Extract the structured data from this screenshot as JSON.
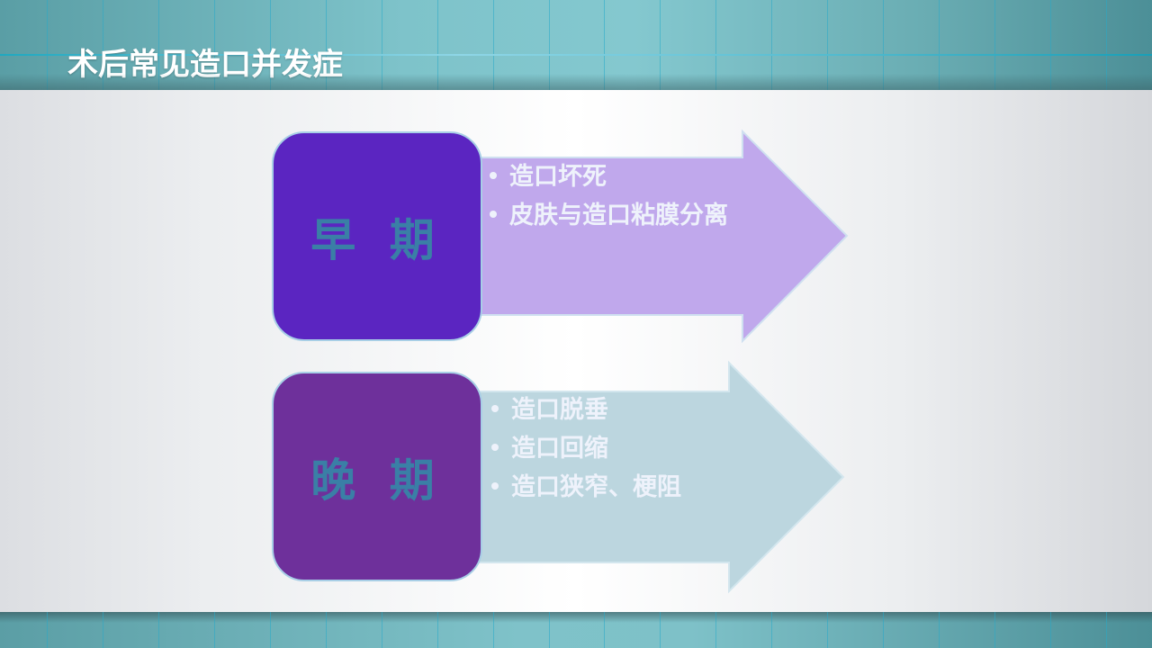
{
  "slide": {
    "title": "术后常见造口并发症"
  },
  "colors": {
    "early_box": "#5b25c1",
    "late_box": "#6e309b",
    "early_arrow": "#c0a8ec",
    "late_arrow": "#bcd6df",
    "stage_label_text": "#3a7fa6",
    "bullet_text": "#eef2fb"
  },
  "stages": [
    {
      "label": "早 期",
      "items": [
        "造口坏死",
        "皮肤与造口粘膜分离"
      ]
    },
    {
      "label": "晚 期",
      "items": [
        "造口脱垂",
        "造口回缩",
        "造口狭窄、梗阻"
      ]
    }
  ]
}
